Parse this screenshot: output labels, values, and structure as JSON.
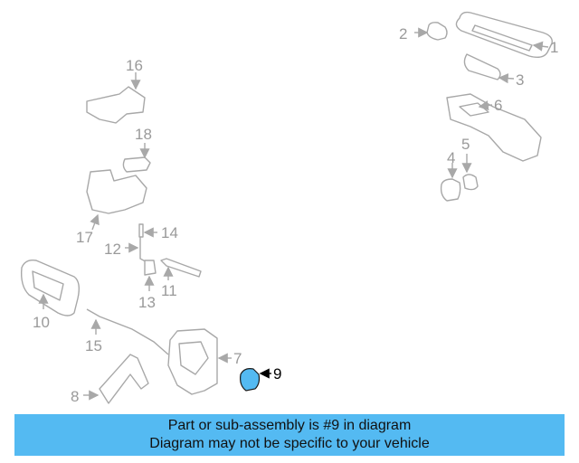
{
  "diagram": {
    "highlight_color": "#54baf2",
    "callouts": [
      {
        "id": "1",
        "label": "1"
      },
      {
        "id": "2",
        "label": "2"
      },
      {
        "id": "3",
        "label": "3"
      },
      {
        "id": "4",
        "label": "4"
      },
      {
        "id": "5",
        "label": "5"
      },
      {
        "id": "6",
        "label": "6"
      },
      {
        "id": "7",
        "label": "7"
      },
      {
        "id": "8",
        "label": "8"
      },
      {
        "id": "9",
        "label": "9"
      },
      {
        "id": "10",
        "label": "10"
      },
      {
        "id": "11",
        "label": "11"
      },
      {
        "id": "12",
        "label": "12"
      },
      {
        "id": "13",
        "label": "13"
      },
      {
        "id": "14",
        "label": "14"
      },
      {
        "id": "15",
        "label": "15"
      },
      {
        "id": "16",
        "label": "16"
      },
      {
        "id": "17",
        "label": "17"
      },
      {
        "id": "18",
        "label": "18"
      }
    ]
  },
  "banner": {
    "line1": "Part or sub-assembly is #9 in diagram",
    "line2": "Diagram may not be specific to your vehicle",
    "background": "#54baf2"
  }
}
